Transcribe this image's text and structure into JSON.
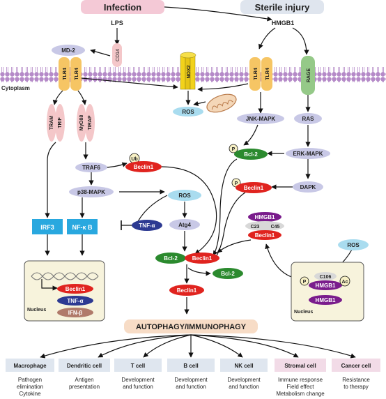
{
  "header": {
    "infection": "Infection",
    "sterile": "Sterile injury"
  },
  "ligands": {
    "lps": "LPS",
    "hmgb1": "HMGB1"
  },
  "membrane": {
    "md2": "MD-2",
    "cd14": "CD14",
    "tlr4": "TLR4",
    "nox2": "NOX2",
    "rage": "RAGE",
    "cytoplasm": "Cytoplasm"
  },
  "adaptors": {
    "tram": "TRAM",
    "trif": "TRIF",
    "myd88": "MyD88",
    "tirap": "TIRAP"
  },
  "nodes": {
    "traf6": "TRAF6",
    "ub": "Ub",
    "beclin1": "Beclin1",
    "p38": "p38-MAPK",
    "ros": "ROS",
    "atg4": "Atg4",
    "irf3": "IRF3",
    "nfkb": "NF-κ B",
    "tnfa": "TNF-α",
    "jnk": "JNK-MAPK",
    "ras": "RAS",
    "erk": "ERK-MAPK",
    "dapk": "DAPK",
    "bcl2": "Bcl-2",
    "p": "P",
    "hmgb1": "HMGB1",
    "c23": "C23",
    "c45": "C45",
    "c106": "C106",
    "ac": "Ac"
  },
  "nucleus": {
    "label": "Nucleus",
    "beclin1": "Beclin1",
    "tnfa": "TNF-α",
    "ifnb": "IFN-β"
  },
  "center": {
    "title": "AUTOPHAGY/IMMUNOPHAGY"
  },
  "cells": [
    {
      "name": "Macrophage",
      "desc1": "Pathogen",
      "desc2": "elimination",
      "desc3": "Cytokine"
    },
    {
      "name": "Dendritic cell",
      "desc1": "Antigen",
      "desc2": "presentation",
      "desc3": ""
    },
    {
      "name": "T cell",
      "desc1": "Development",
      "desc2": "and function",
      "desc3": ""
    },
    {
      "name": "B cell",
      "desc1": "Development",
      "desc2": "and function",
      "desc3": ""
    },
    {
      "name": "NK cell",
      "desc1": "Development",
      "desc2": "and function",
      "desc3": ""
    },
    {
      "name": "Stromal cell",
      "desc1": "Immune response",
      "desc2": "Field effect",
      "desc3": "Metabolism change"
    },
    {
      "name": "Cancer cell",
      "desc1": "Resistance",
      "desc2": "to therapy",
      "desc3": ""
    }
  ],
  "colors": {
    "infection_bg": "#f4c9d6",
    "sterile_bg": "#dfe5ee",
    "membrane": "#b58ac8",
    "tlr4": "#f6c564",
    "nox2": "#f2d21b",
    "rage": "#95c988",
    "lavender": "#c8c8e6",
    "red": "#e0241f",
    "green": "#2b8a2e",
    "navy": "#2d3a92",
    "purple": "#7a1c8c",
    "cyan": "#29a8df",
    "ros": "#a9dcef",
    "pink": "#f4c7c9",
    "nucleus_bg": "#f7f3dc",
    "autophagy_bg": "#f7dcc6",
    "cell_blue": "#dfe6ef",
    "cell_pink": "#f2dbe7"
  }
}
